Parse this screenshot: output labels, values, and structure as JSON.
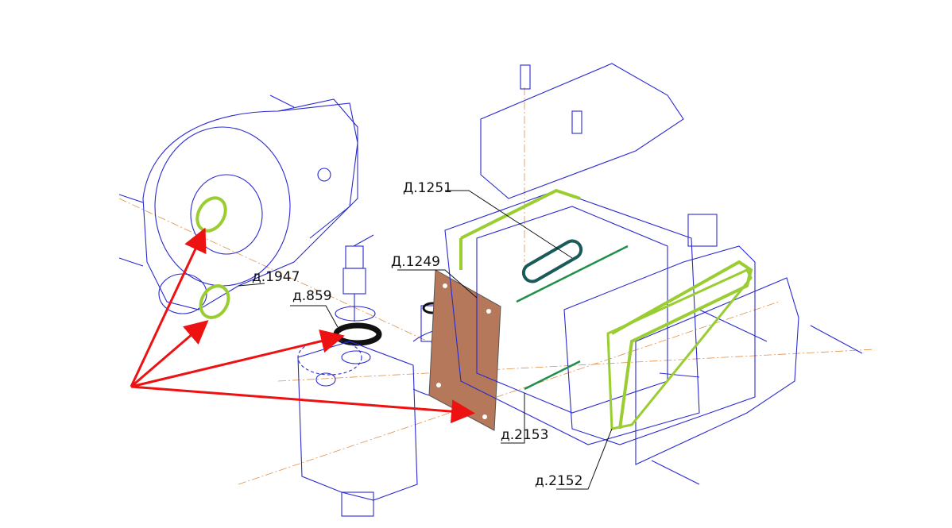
{
  "labels": {
    "d1251": "Д.1251",
    "d1249": "Д.1249",
    "d1947": "д.1947",
    "d859": "д.859",
    "d2153": "д.2153",
    "d2152": "д.2152"
  },
  "colors": {
    "outline": "#2a2ad0",
    "seal_green": "#9acd32",
    "seal_dark_green": "#1f8f4a",
    "gasket_brown": "#b5785a",
    "arrow_red": "#ee1111",
    "axis_orange": "#e0904a"
  }
}
